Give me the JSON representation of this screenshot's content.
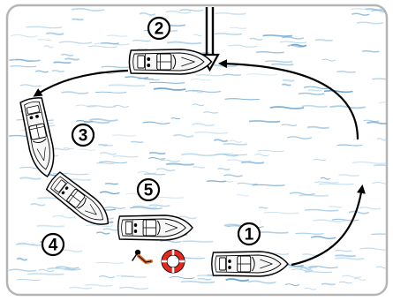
{
  "diagram": {
    "colors": {
      "water": "#ffffff",
      "wave": "#9fc8e4",
      "wave_dark": "#5f9ccc",
      "frame": "#b5b5b5",
      "boat_hull": "#f7f7f7",
      "outline": "#000000",
      "buoy": "#e8281e",
      "swimmer_suit": "#e06a28"
    },
    "icons": {
      "wind": "wind-arrow-icon",
      "boat": "motorboat-icon",
      "buoy": "life-ring-icon",
      "person": "person-in-water-icon"
    },
    "steps": {
      "s1": "1",
      "s2": "2",
      "s3": "3",
      "s4": "4",
      "s5": "5"
    }
  }
}
